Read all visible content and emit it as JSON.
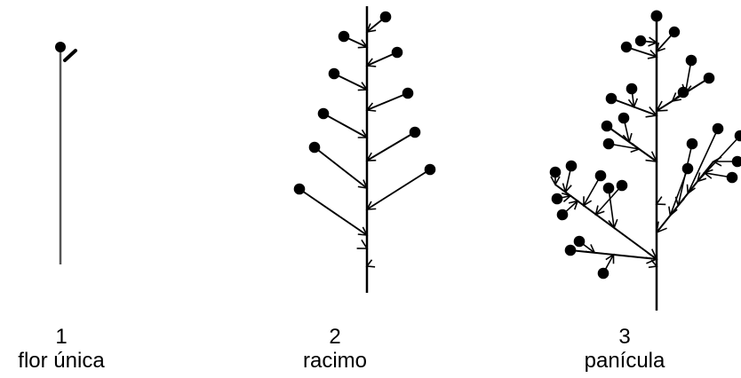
{
  "colors": {
    "ink": "#000000",
    "background": "#ffffff",
    "stem_gray": "#555555"
  },
  "figures": [
    {
      "number": "1",
      "label": "flor única"
    },
    {
      "number": "2",
      "label": "racimo"
    },
    {
      "number": "3",
      "label": "panícula"
    }
  ]
}
